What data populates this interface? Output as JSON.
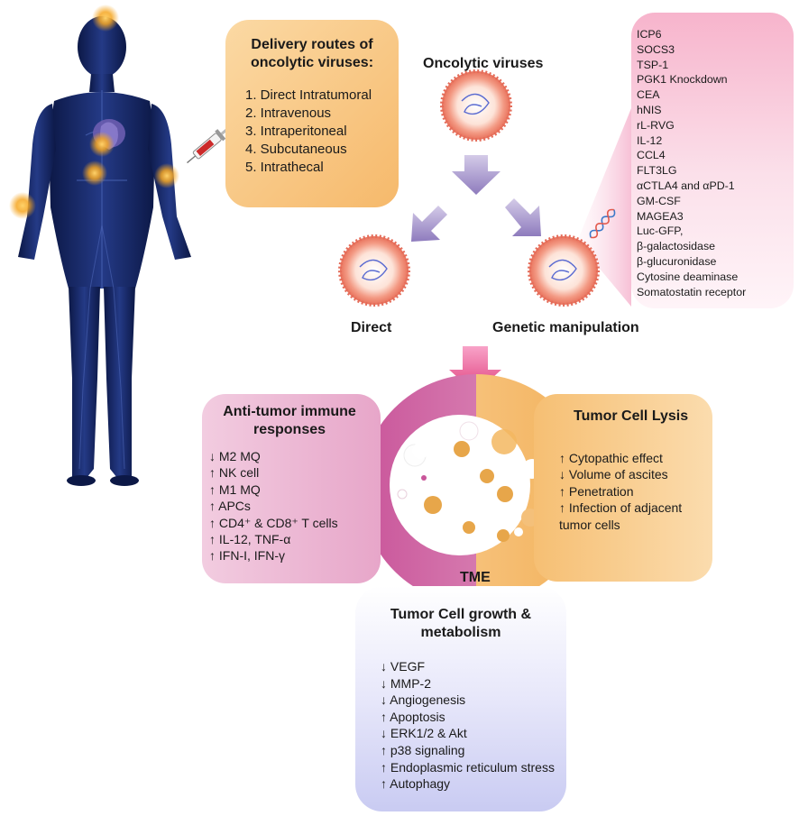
{
  "delivery": {
    "title": "Delivery routes of oncolytic viruses:",
    "routes": [
      "1. Direct Intratumoral",
      "2. Intravenous",
      "3. Intraperitoneal",
      "4. Subcutaneous",
      "5. Intrathecal"
    ]
  },
  "virus_title": "Oncolytic viruses",
  "direct_label": "Direct",
  "genetic_label": "Genetic manipulation",
  "genes": [
    "ICP6",
    "SOCS3",
    "TSP-1",
    "PGK1 Knockdown",
    "CEA",
    "hNIS",
    "rL-RVG",
    "IL-12",
    "CCL4",
    "FLT3LG",
    "αCTLA4 and αPD-1",
    "GM-CSF",
    "MAGEA3",
    "Luc-GFP,",
    "β-galactosidase",
    "β-glucuronidase",
    "Cytosine deaminase",
    "Somatostatin receptor"
  ],
  "immune": {
    "title": "Anti-tumor immune responses",
    "items": [
      "↓ M2 MQ",
      "↑ NK cell",
      "↑ M1 MQ",
      "↑ APCs",
      "↑ CD4⁺ & CD8⁺ T cells",
      "↑ IL-12, TNF-α",
      "↑ IFN-I, IFN-γ"
    ]
  },
  "lysis": {
    "title": "Tumor Cell Lysis",
    "items": [
      "↑ Cytopathic effect",
      "↓ Volume of ascites",
      "↑ Penetration",
      "↑ Infection of adjacent tumor cells"
    ]
  },
  "tme_label": "TME",
  "growth": {
    "title": "Tumor Cell growth & metabolism",
    "items": [
      "↓ VEGF",
      "↓ MMP-2",
      "↓ Angiogenesis",
      "↑ Apoptosis",
      "↓ ERK1/2 & Akt",
      "↑ p38 signaling",
      "↑ Endoplasmic reticulum stress",
      "↑ Autophagy"
    ]
  },
  "colors": {
    "body": "#13225a",
    "glow": "#f5a623",
    "pink": "#d9569a",
    "orange": "#f6b96b",
    "arrow": "#9d8cc4",
    "virus": "#f08a7a"
  }
}
